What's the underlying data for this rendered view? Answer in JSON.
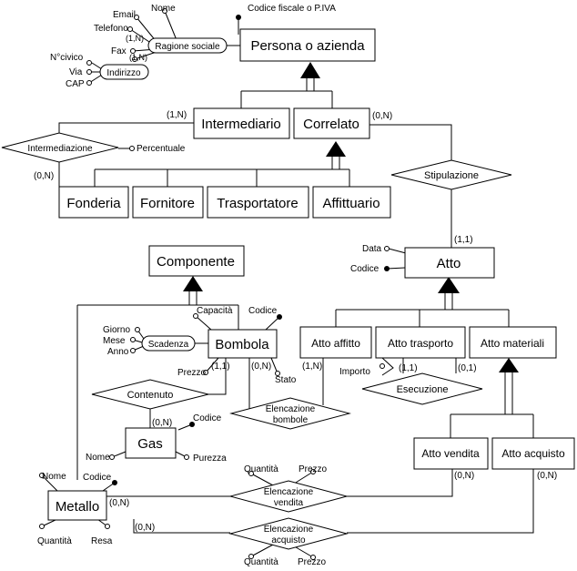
{
  "entities": {
    "persona": "Persona o azienda",
    "intermediario": "Intermediario",
    "correlato": "Correlato",
    "fonderia": "Fonderia",
    "fornitore": "Fornitore",
    "trasportatore": "Trasportatore",
    "affittuario": "Affittuario",
    "componente": "Componente",
    "atto": "Atto",
    "bombola": "Bombola",
    "gas": "Gas",
    "metallo": "Metallo",
    "atto_affitto": "Atto affitto",
    "atto_trasporto": "Atto trasporto",
    "atto_materiali": "Atto materiali",
    "atto_vendita": "Atto vendita",
    "atto_acquisto": "Atto acquisto"
  },
  "relationships": {
    "intermediazione": "Intermediazione",
    "stipulazione": "Stipulazione",
    "contenuto": "Contenuto",
    "elencazione_bombole": [
      "Elencazione",
      "bombole"
    ],
    "esecuzione": "Esecuzione",
    "elencazione_vendita": [
      "Elencazione",
      "vendita"
    ],
    "elencazione_acquisto": [
      "Elencazione",
      "acquisto"
    ]
  },
  "composite_attributes": {
    "ragione_sociale": "Ragione sociale",
    "indirizzo": "Indirizzo",
    "scadenza": "Scadenza"
  },
  "attributes": {
    "codice_fiscale": "Codice fiscale o P.IVA",
    "nome": "Nome",
    "email": "Email",
    "telefono": "Telefono",
    "fax": "Fax",
    "n_civico": "N°civico",
    "via": "Via",
    "cap": "CAP",
    "percentuale": "Percentuale",
    "data": "Data",
    "codice": "Codice",
    "capacita": "Capacità",
    "giorno": "Giorno",
    "mese": "Mese",
    "anno": "Anno",
    "prezzo": "Prezzo",
    "stato": "Stato",
    "purezza": "Purezza",
    "quantita": "Quantità",
    "resa": "Resa",
    "importo": "Importo"
  },
  "cardinalities": {
    "one_n": "(1,N)",
    "zero_n": "(0,N)",
    "one_one": "(1,1)",
    "zero_one": "(0,1)"
  }
}
